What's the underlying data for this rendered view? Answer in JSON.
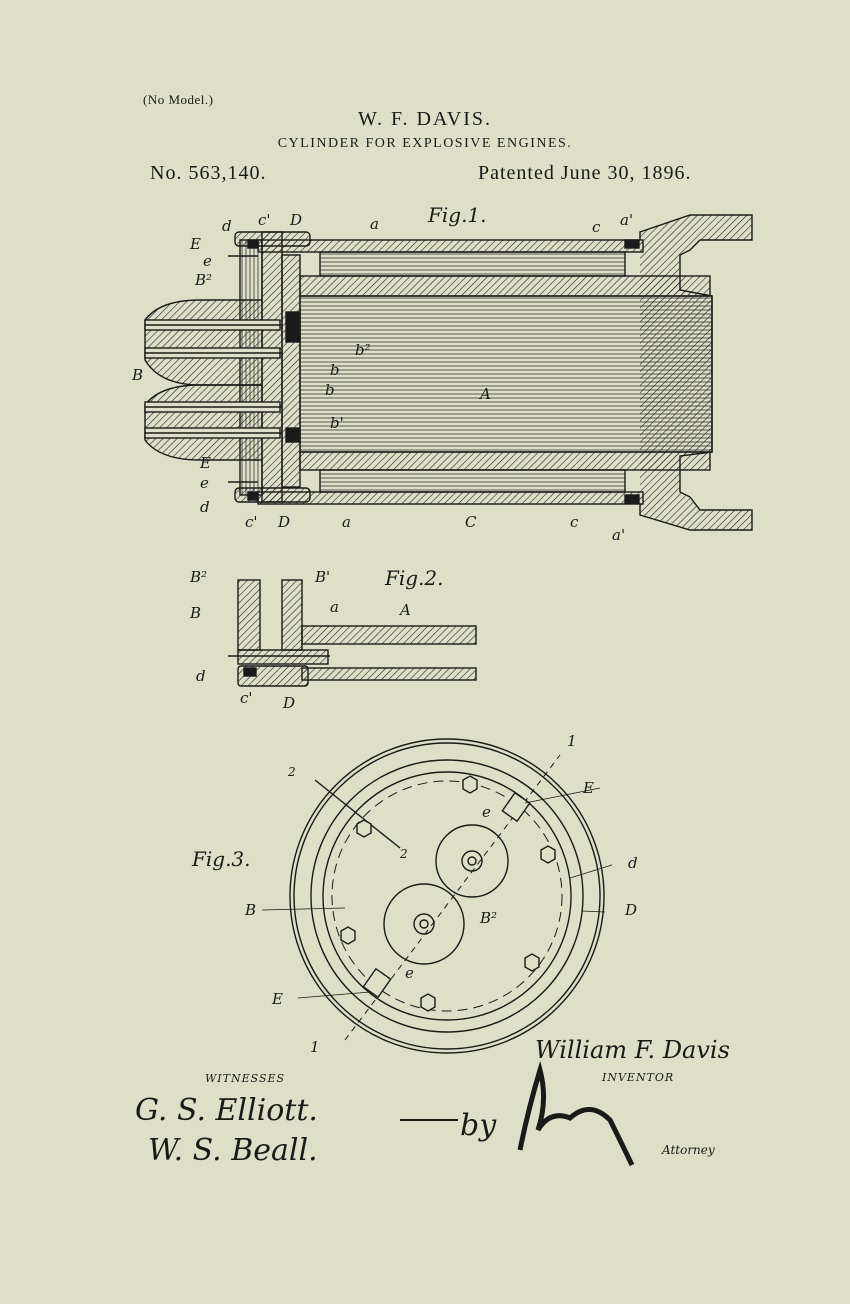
{
  "header": {
    "no_model": "(No Model.)",
    "inventor_name": "W. F. DAVIS.",
    "title": "CYLINDER FOR EXPLOSIVE ENGINES.",
    "patent_number": "No. 563,140.",
    "patented_date": "Patented June 30, 1896."
  },
  "fig1": {
    "caption": "Fig.1.",
    "labels": {
      "d_top": "d",
      "c1_top": "c'",
      "D_top": "D",
      "a_top": "a",
      "c_top_right": "c",
      "a1_top": "a'",
      "E_top": "E",
      "e_top": "e",
      "B2": "B²",
      "B": "B",
      "b2": "b²",
      "b": "b",
      "b_mid": "b",
      "b1": "b'",
      "A": "A",
      "E_bot": "E",
      "e_bot": "e",
      "d_bot": "d",
      "c1_bot": "c'",
      "D_bot": "D",
      "a_bot": "a",
      "C": "C",
      "c_bot_right": "c",
      "a1_bot": "a'"
    }
  },
  "fig2": {
    "caption": "Fig.2.",
    "labels": {
      "B2": "B²",
      "B1": "B'",
      "B": "B",
      "a": "a",
      "A": "A",
      "d": "d",
      "c1": "c'",
      "D": "D"
    }
  },
  "fig3": {
    "caption": "Fig.3.",
    "labels": {
      "two_outer": "2",
      "two_inner": "2",
      "one_top": "1",
      "one_bot": "1",
      "E_top": "E",
      "e_top": "e",
      "d": "d",
      "B": "B",
      "B2": "B²",
      "D": "D",
      "E_bot": "E",
      "e_bot": "e"
    }
  },
  "signatures": {
    "witnesses_label": "WITNESSES",
    "witness_1": "G. S. Elliott.",
    "witness_2": "W. S. Beall.",
    "inventor_signature": "William F. Davis",
    "inventor_label": "INVENTOR",
    "by": "by",
    "attorney_label": "Attorney"
  }
}
